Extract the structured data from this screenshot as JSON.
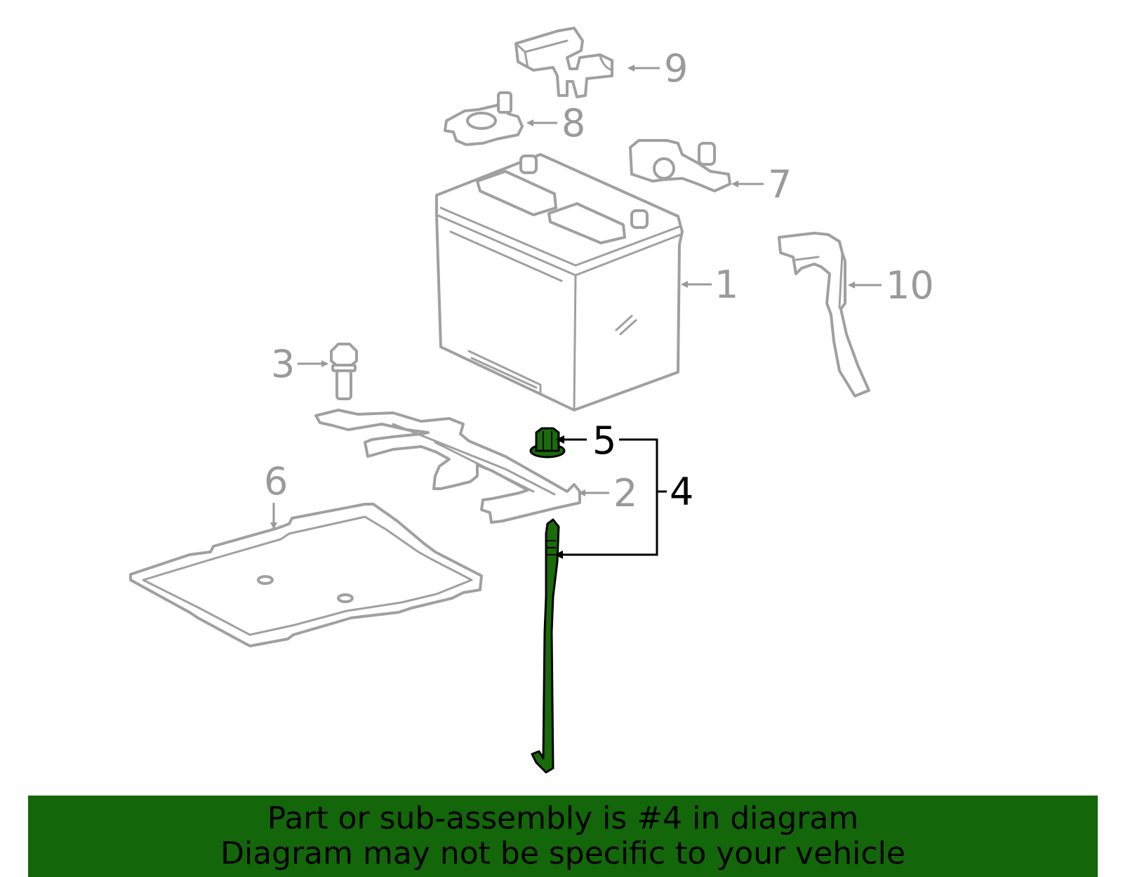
{
  "callouts": {
    "c1": "1",
    "c2": "2",
    "c3": "3",
    "c4": "4",
    "c5": "5",
    "c6": "6",
    "c7": "7",
    "c8": "8",
    "c9": "9",
    "c10": "10"
  },
  "highlight": {
    "part_number": "4",
    "sub_parts": [
      "5"
    ],
    "color": "#1a6b0a"
  },
  "banner": {
    "line1": "Part or sub-assembly is #4 in diagram",
    "line2": "Diagram may not be specific to your vehicle",
    "background": "#136609"
  }
}
